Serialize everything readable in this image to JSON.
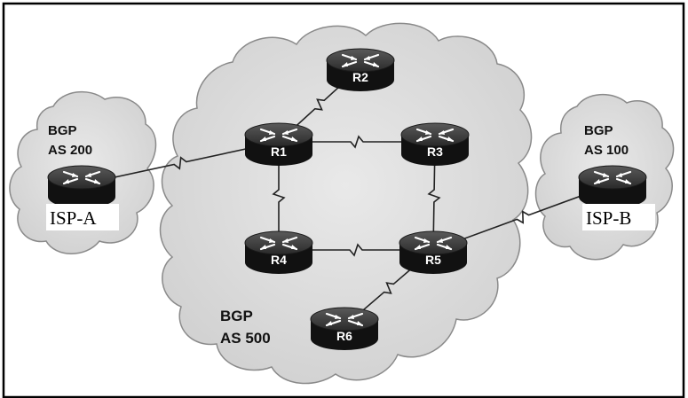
{
  "diagram": {
    "clouds": [
      {
        "id": "as200",
        "line1": "BGP",
        "line2": "AS 200"
      },
      {
        "id": "as500",
        "line1": "BGP",
        "line2": "AS 500"
      },
      {
        "id": "as100",
        "line1": "BGP",
        "line2": "AS 100"
      }
    ],
    "routers": [
      {
        "id": "isp-a",
        "label": "ISP-A"
      },
      {
        "id": "r1",
        "label": "R1"
      },
      {
        "id": "r2",
        "label": "R2"
      },
      {
        "id": "r3",
        "label": "R3"
      },
      {
        "id": "r4",
        "label": "R4"
      },
      {
        "id": "r5",
        "label": "R5"
      },
      {
        "id": "r6",
        "label": "R6"
      },
      {
        "id": "isp-b",
        "label": "ISP-B"
      }
    ],
    "links": [
      {
        "from": "isp-a",
        "to": "r1"
      },
      {
        "from": "r1",
        "to": "r2"
      },
      {
        "from": "r1",
        "to": "r3"
      },
      {
        "from": "r1",
        "to": "r4"
      },
      {
        "from": "r3",
        "to": "r5"
      },
      {
        "from": "r4",
        "to": "r5"
      },
      {
        "from": "r5",
        "to": "r6"
      },
      {
        "from": "r5",
        "to": "isp-b"
      }
    ],
    "colors": {
      "cloud_fill": "#dedede",
      "cloud_edge": "#8a8a8a",
      "router_top": "#3a3a3a",
      "router_side": "#111111",
      "link": "#222222"
    }
  }
}
